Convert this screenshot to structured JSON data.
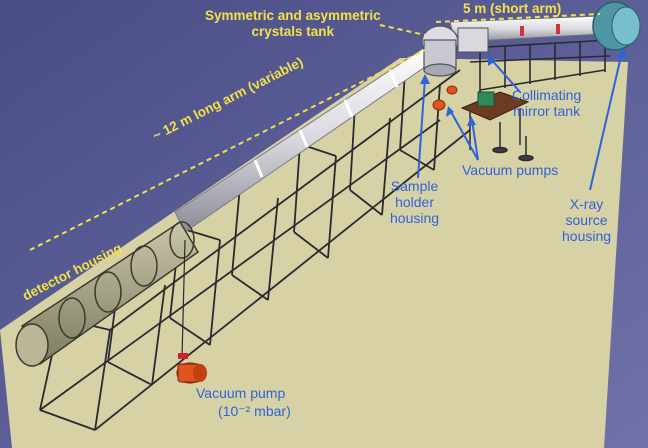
{
  "labels": {
    "tank": "Symmetric and asymmetric\ncrystals tank",
    "short_arm": "5 m (short arm)",
    "long_arm": "~ 12 m long arm (variable)",
    "detector": "detector housing",
    "collimating": "Collimating\nmirror tank",
    "vacuum_pumps": "Vacuum pumps",
    "sample": "Sample\nholder\nhousing",
    "xray": "X-ray\nsource\nhousing",
    "pump_main": "Vacuum pump",
    "pump_pressure": "(10⁻² mbar)"
  },
  "colors": {
    "background": "#5d5f97",
    "floor": "#d7d1a6",
    "annotation_yellow": "#f2e24a",
    "annotation_blue": "#2f63d8",
    "pipe": "#e8e8ec",
    "frame": "#2a2a30",
    "pump": "#e0541f",
    "source_housing": "#5fa7b5"
  }
}
